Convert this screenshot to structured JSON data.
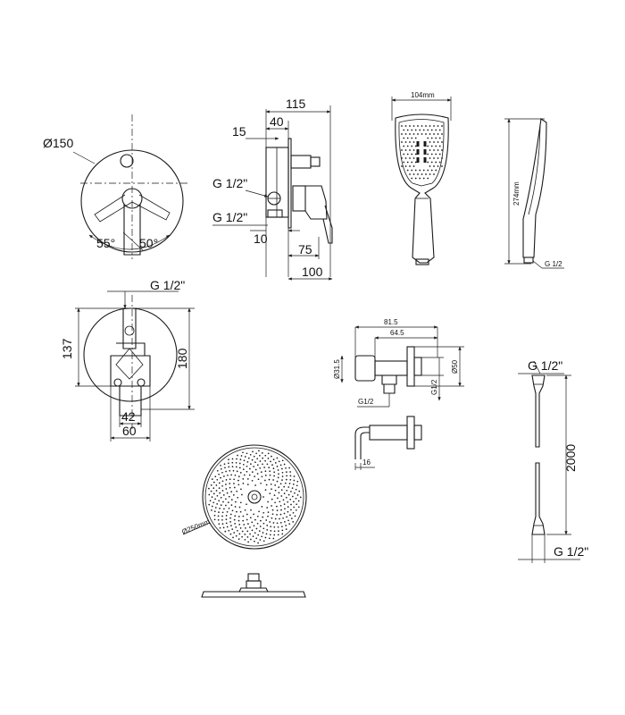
{
  "labels": {
    "d150": "Ø150",
    "a55": "55°",
    "a50": "50°",
    "w115": "115",
    "w40": "40",
    "w15": "15",
    "g12a": "G 1/2\"",
    "g12b": "G 1/2\"",
    "w10": "10",
    "w75": "75",
    "w100": "100",
    "w104": "104mm",
    "h274": "274mm",
    "g12hs": "G 1/2",
    "g12top": "G 1/2\"",
    "h137": "137",
    "h180": "180",
    "w42": "42",
    "w60": "60",
    "w815": "81.5",
    "w645": "64.5",
    "d315": "Ø31.5",
    "g12v": "G1/2",
    "d50": "Ø50",
    "g12h": "G1/2",
    "w16": "16",
    "d250": "Ø250mm",
    "hoseTop": "G 1/2\"",
    "hose2000": "2000",
    "hoseBot": "G 1/2\""
  }
}
